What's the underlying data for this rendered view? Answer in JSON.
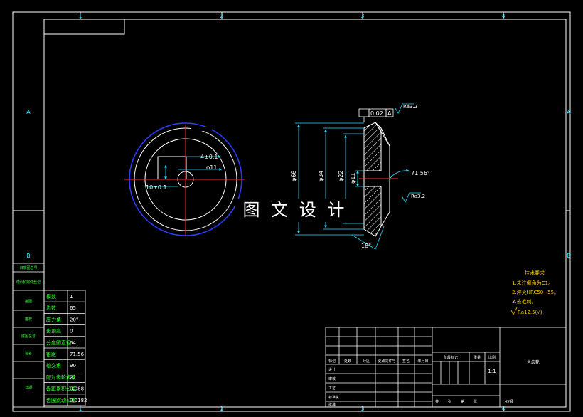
{
  "border": {
    "top_zones": [
      "1",
      "2",
      "3",
      "4"
    ],
    "bottom_zones": [
      "1",
      "2",
      "3",
      "4"
    ],
    "left_zones": [
      "A",
      "B"
    ],
    "right_zones": [
      "A",
      "B"
    ]
  },
  "colors": {
    "background": "#000000",
    "lines": "#ffffff",
    "dimension": "#22e0ff",
    "centerline": "#ff2a2a",
    "table_text": "#33ff33",
    "notes": "#ffd000"
  },
  "front_view": {
    "dim_keyway_width": "4±0.1",
    "dim_keyway_depth": "10±0.1",
    "dim_bore": "φ11"
  },
  "section_view": {
    "tolerance": "0.02",
    "datum": "A",
    "roughness_top": "Ra3.2",
    "roughness_right": "Ra3.2",
    "dim_d1": "φ66",
    "dim_d2": "φ34",
    "dim_d3": "φ22",
    "dim_d4": "φ11",
    "angle_cone": "71.56°",
    "angle_bottom": "18°"
  },
  "watermark": "图 文 设 计",
  "gear_params": [
    {
      "label": "模数",
      "value": "1"
    },
    {
      "label": "齿数",
      "value": "65"
    },
    {
      "label": "压力角",
      "value": "20°"
    },
    {
      "label": "齿顶高",
      "value": "0"
    },
    {
      "label": "分度圆直径",
      "value": "64"
    },
    {
      "label": "锥距",
      "value": "71.56"
    },
    {
      "label": "轴交角",
      "value": "90"
    },
    {
      "label": "配对齿轮齿数",
      "value": "22"
    },
    {
      "label": "齿距累积公差",
      "value": "0.088"
    },
    {
      "label": "齿圈跳动公差",
      "value": "0.0182"
    }
  ],
  "side_strip": [
    "旧底图总号",
    "借(通)用件登记",
    "描图",
    "描校",
    "底图总号",
    "签名",
    "日期"
  ],
  "tech_notes": {
    "title": "技术要求",
    "items": [
      "1.未注倒角为C1。",
      "2.淬火HRC50~55。",
      "3.去毛刺。"
    ],
    "roughness": "Ra12.5(√)"
  },
  "title_block": {
    "header_row": [
      "标记",
      "处数",
      "分区",
      "更改文件号",
      "签名",
      "年月日"
    ],
    "rows": [
      "设计",
      "审核",
      "工艺",
      "标准化",
      "批准"
    ],
    "stage_labels": [
      "阶段标记",
      "重量",
      "比例"
    ],
    "scale": "1:1",
    "part_name": "大齿轮",
    "sheet_labels": [
      "共",
      "张",
      "第",
      "张"
    ],
    "material": "45钢"
  }
}
